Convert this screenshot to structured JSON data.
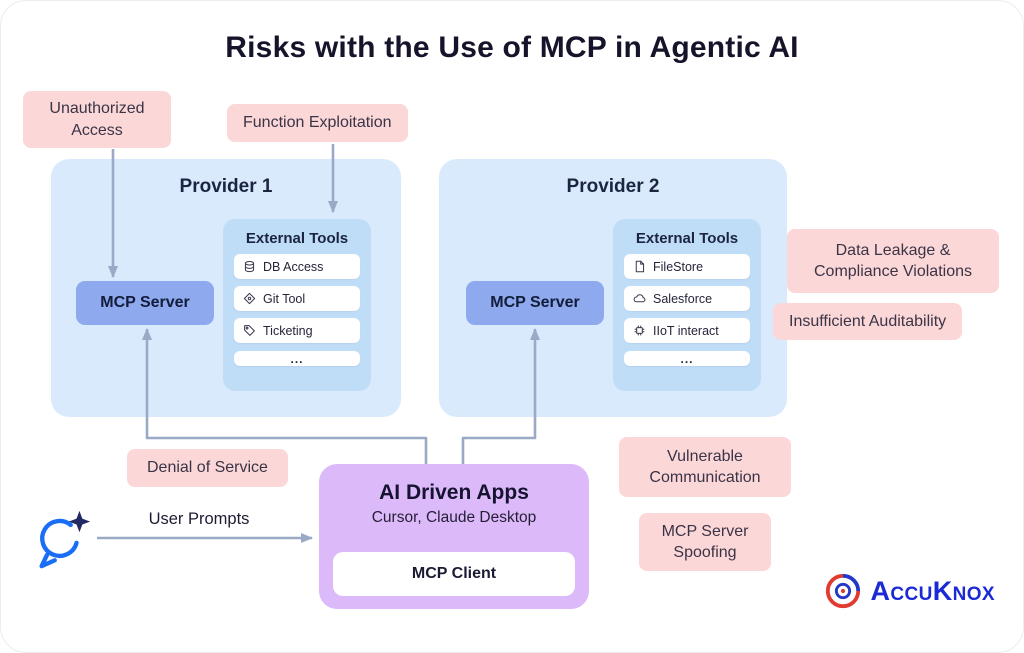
{
  "title": "Risks with the Use of MCP in Agentic AI",
  "risks": {
    "unauthorized_access": "Unauthorized Access",
    "function_exploitation": "Function Exploitation",
    "data_leakage": "Data Leakage & Compliance Violations",
    "insufficient_auditability": "Insufficient Auditability",
    "denial_of_service": "Denial of Service",
    "vulnerable_communication": "Vulnerable Communication",
    "mcp_server_spoofing": "MCP Server Spoofing"
  },
  "providers": [
    {
      "name": "Provider 1",
      "server_label": "MCP Server",
      "tools_title": "External Tools",
      "tools": [
        {
          "label": "DB Access",
          "icon": "database-icon"
        },
        {
          "label": "Git Tool",
          "icon": "git-icon"
        },
        {
          "label": "Ticketing",
          "icon": "ticket-icon"
        },
        {
          "label": "..."
        }
      ]
    },
    {
      "name": "Provider 2",
      "server_label": "MCP Server",
      "tools_title": "External Tools",
      "tools": [
        {
          "label": "FileStore",
          "icon": "file-icon"
        },
        {
          "label": "Salesforce",
          "icon": "cloud-icon"
        },
        {
          "label": "IIoT interact",
          "icon": "chip-icon"
        },
        {
          "label": "..."
        }
      ]
    }
  ],
  "app": {
    "title": "AI Driven Apps",
    "subtitle": "Cursor, Claude Desktop",
    "client_label": "MCP Client"
  },
  "labels": {
    "user_prompts": "User Prompts"
  },
  "logo": {
    "brand": "AccuKnox"
  },
  "colors": {
    "risk_bg": "#fcd7d8",
    "provider_bg": "#d9eafd",
    "tools_bg": "#c0ddf7",
    "server_bg": "#8ea9ed",
    "app_bg": "#dcbaf9",
    "arrow": "#9aa9c6",
    "brand_blue": "#1b2ad4",
    "accent_blue": "#1a6ef5"
  }
}
